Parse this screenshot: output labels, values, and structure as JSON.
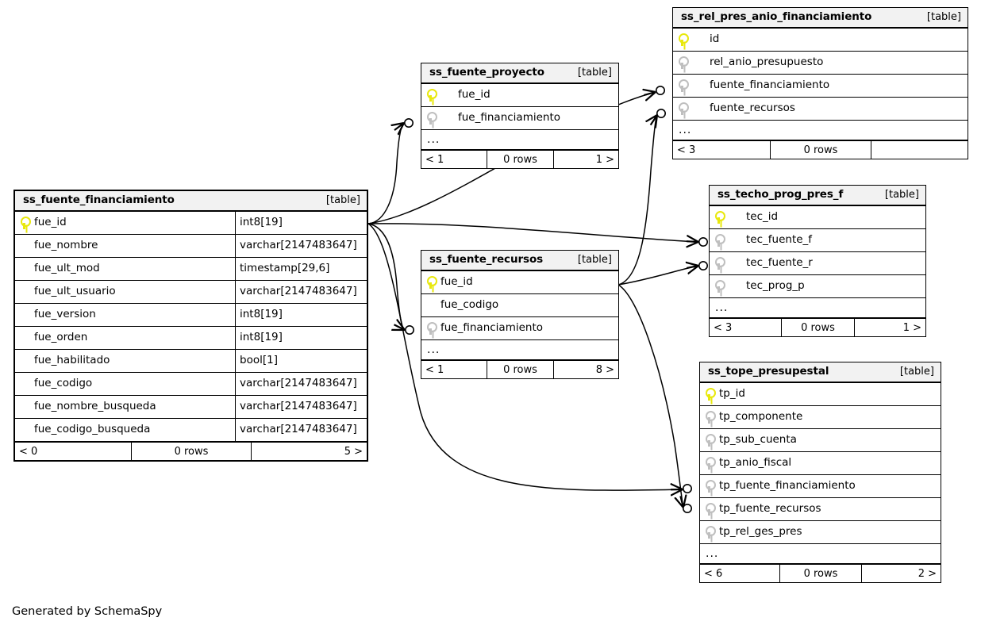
{
  "caption": "Generated by SchemaSpy",
  "table_tag": "[table]",
  "rows_label": "0 rows",
  "ellipsis": "...",
  "colors": {
    "primary_key": "#e8e80c",
    "foreign_key": "#bfbfbf",
    "header_background": "#f2f2f2",
    "border": "#000000",
    "background": "#ffffff"
  },
  "tables": [
    {
      "id": "ss_fuente_financiamiento",
      "name": "ss_fuente_financiamiento",
      "tag": "[table]",
      "columns": [
        {
          "name": "fue_id",
          "key": "pk",
          "type": "int8[19]"
        },
        {
          "name": "fue_nombre",
          "key": "none",
          "type": "varchar[2147483647]"
        },
        {
          "name": "fue_ult_mod",
          "key": "none",
          "type": "timestamp[29,6]"
        },
        {
          "name": "fue_ult_usuario",
          "key": "none",
          "type": "varchar[2147483647]"
        },
        {
          "name": "fue_version",
          "key": "none",
          "type": "int8[19]"
        },
        {
          "name": "fue_orden",
          "key": "none",
          "type": "int8[19]"
        },
        {
          "name": "fue_habilitado",
          "key": "none",
          "type": "bool[1]"
        },
        {
          "name": "fue_codigo",
          "key": "none",
          "type": "varchar[2147483647]"
        },
        {
          "name": "fue_nombre_busqueda",
          "key": "none",
          "type": "varchar[2147483647]"
        },
        {
          "name": "fue_codigo_busqueda",
          "key": "none",
          "type": "varchar[2147483647]"
        }
      ],
      "has_ellipsis": false,
      "footer": {
        "left": "< 0",
        "center": "0 rows",
        "right": "5 >"
      }
    },
    {
      "id": "ss_fuente_proyecto",
      "name": "ss_fuente_proyecto",
      "tag": "[table]",
      "columns": [
        {
          "name": "fue_id",
          "key": "pk"
        },
        {
          "name": "fue_financiamiento",
          "key": "fk"
        }
      ],
      "has_ellipsis": true,
      "footer": {
        "left": "< 1",
        "center": "0 rows",
        "right": "1 >"
      }
    },
    {
      "id": "ss_fuente_recursos",
      "name": "ss_fuente_recursos",
      "tag": "[table]",
      "columns": [
        {
          "name": "fue_id",
          "key": "pk"
        },
        {
          "name": "fue_codigo",
          "key": "none"
        },
        {
          "name": "fue_financiamiento",
          "key": "fk"
        }
      ],
      "has_ellipsis": true,
      "footer": {
        "left": "< 1",
        "center": "0 rows",
        "right": "8 >"
      }
    },
    {
      "id": "ss_rel_pres_anio_financiamiento",
      "name": "ss_rel_pres_anio_financiamiento",
      "tag": "[table]",
      "columns": [
        {
          "name": "id",
          "key": "pk"
        },
        {
          "name": "rel_anio_presupuesto",
          "key": "fk"
        },
        {
          "name": "fuente_financiamiento",
          "key": "fk"
        },
        {
          "name": "fuente_recursos",
          "key": "fk"
        }
      ],
      "has_ellipsis": true,
      "footer": {
        "left": "< 3",
        "center": "0 rows",
        "right": ""
      }
    },
    {
      "id": "ss_techo_prog_pres_f",
      "name": "ss_techo_prog_pres_f",
      "tag": "[table]",
      "columns": [
        {
          "name": "tec_id",
          "key": "pk"
        },
        {
          "name": "tec_fuente_f",
          "key": "fk"
        },
        {
          "name": "tec_fuente_r",
          "key": "fk"
        },
        {
          "name": "tec_prog_p",
          "key": "fk"
        }
      ],
      "has_ellipsis": true,
      "footer": {
        "left": "< 3",
        "center": "0 rows",
        "right": "1 >"
      }
    },
    {
      "id": "ss_tope_presupestal",
      "name": "ss_tope_presupestal",
      "tag": "[table]",
      "columns": [
        {
          "name": "tp_id",
          "key": "pk"
        },
        {
          "name": "tp_componente",
          "key": "fk"
        },
        {
          "name": "tp_sub_cuenta",
          "key": "fk"
        },
        {
          "name": "tp_anio_fiscal",
          "key": "fk"
        },
        {
          "name": "tp_fuente_financiamiento",
          "key": "fk"
        },
        {
          "name": "tp_fuente_recursos",
          "key": "fk"
        },
        {
          "name": "tp_rel_ges_pres",
          "key": "fk"
        }
      ],
      "has_ellipsis": true,
      "footer": {
        "left": "< 6",
        "center": "0 rows",
        "right": "2 >"
      }
    }
  ],
  "relationships": [
    {
      "from": "ss_fuente_financiamiento.fue_id",
      "to": "ss_fuente_proyecto.fue_financiamiento"
    },
    {
      "from": "ss_fuente_financiamiento.fue_id",
      "to": "ss_fuente_recursos.fue_financiamiento"
    },
    {
      "from": "ss_fuente_financiamiento.fue_id",
      "to": "ss_rel_pres_anio_financiamiento.fuente_financiamiento"
    },
    {
      "from": "ss_fuente_financiamiento.fue_id",
      "to": "ss_techo_prog_pres_f.tec_fuente_f"
    },
    {
      "from": "ss_fuente_financiamiento.fue_id",
      "to": "ss_tope_presupestal.tp_fuente_financiamiento"
    },
    {
      "from": "ss_fuente_recursos.fue_id",
      "to": "ss_rel_pres_anio_financiamiento.fuente_recursos"
    },
    {
      "from": "ss_fuente_recursos.fue_id",
      "to": "ss_techo_prog_pres_f.tec_fuente_r"
    },
    {
      "from": "ss_fuente_recursos.fue_id",
      "to": "ss_tope_presupestal.tp_fuente_recursos"
    }
  ]
}
